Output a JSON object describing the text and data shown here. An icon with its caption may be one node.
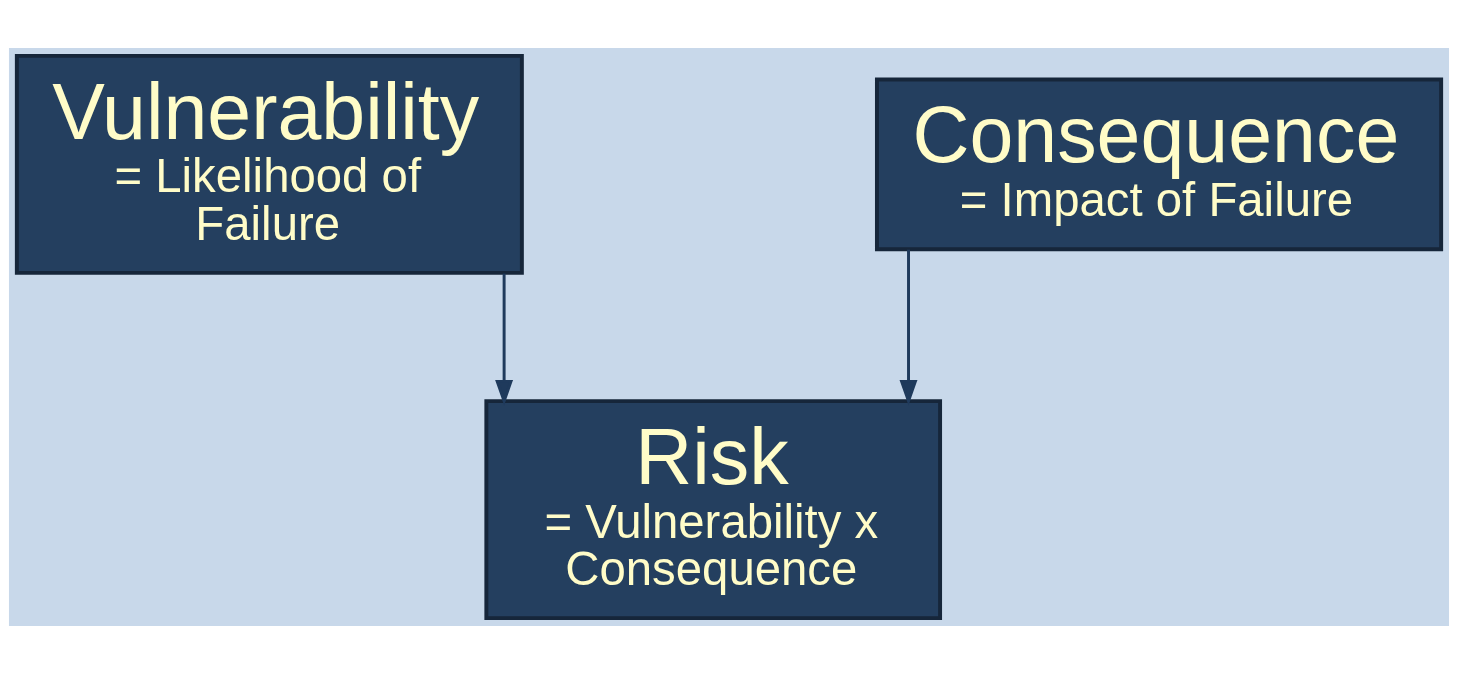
{
  "diagram": {
    "nodes": [
      {
        "text": [
          "Vulnerability",
          "= Likelihood of Failure"
        ]
      },
      {
        "text": [
          "Consequence",
          "= Impact of Failure"
        ]
      },
      {
        "text": [
          "Risk",
          "= Vulnerability x Consequence"
        ]
      }
    ],
    "edges": [
      {
        "from": 0,
        "to": 2,
        "arrow": "to"
      },
      {
        "from": 1,
        "to": 2,
        "arrow": "to"
      }
    ]
  }
}
